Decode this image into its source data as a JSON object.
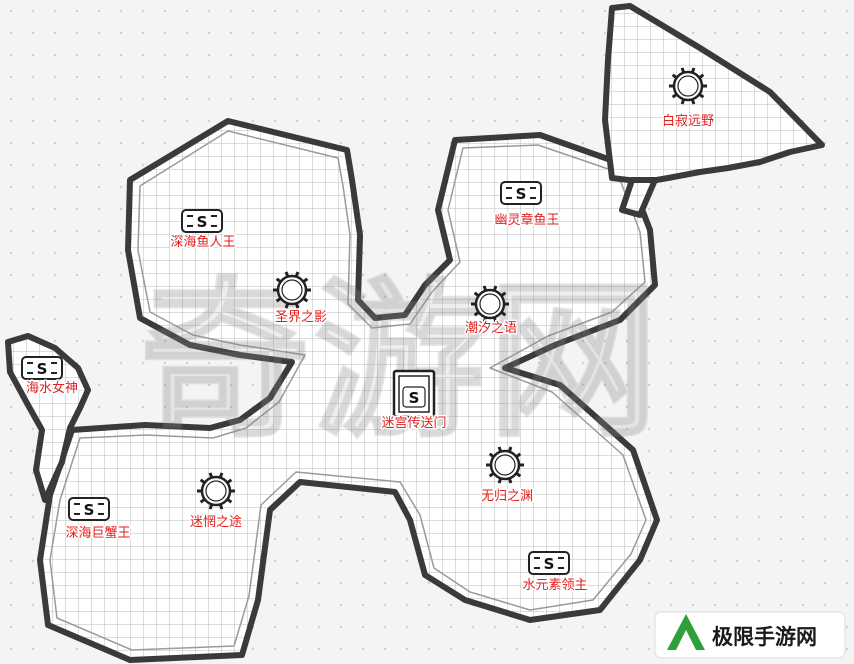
{
  "map": {
    "watermark": "奇游网",
    "badge": {
      "text": "极限手游网",
      "colors": {
        "green": "#2e9f3b",
        "navy": "#1a2f80"
      }
    },
    "colors": {
      "label": "#e21f1f",
      "outline": "#3a3a3a"
    },
    "markers": [
      {
        "id": "white-silence-wilds",
        "label": "白寂远野",
        "icon": "ring-portal-icon"
      },
      {
        "id": "ghost-octopus-king",
        "label": "幽灵章鱼王",
        "icon": "boss-s-icon"
      },
      {
        "id": "deep-sea-fishman-king",
        "label": "深海鱼人王",
        "icon": "boss-s-icon"
      },
      {
        "id": "holy-realm-shadow",
        "label": "圣界之影",
        "icon": "ring-portal-icon"
      },
      {
        "id": "tide-whisper",
        "label": "潮汐之语",
        "icon": "ring-portal-icon"
      },
      {
        "id": "sea-goddess",
        "label": "海水女神",
        "icon": "boss-s-icon"
      },
      {
        "id": "labyrinth-portal",
        "label": "迷宫传送门",
        "icon": "labyrinth-portal-icon"
      },
      {
        "id": "abyss-of-no-return",
        "label": "无归之渊",
        "icon": "ring-portal-icon"
      },
      {
        "id": "deep-sea-giant-crab-king",
        "label": "深海巨蟹王",
        "icon": "boss-s-icon"
      },
      {
        "id": "lost-path",
        "label": "迷惘之途",
        "icon": "ring-portal-icon"
      },
      {
        "id": "water-element-lord",
        "label": "水元素领主",
        "icon": "boss-s-icon"
      }
    ]
  }
}
